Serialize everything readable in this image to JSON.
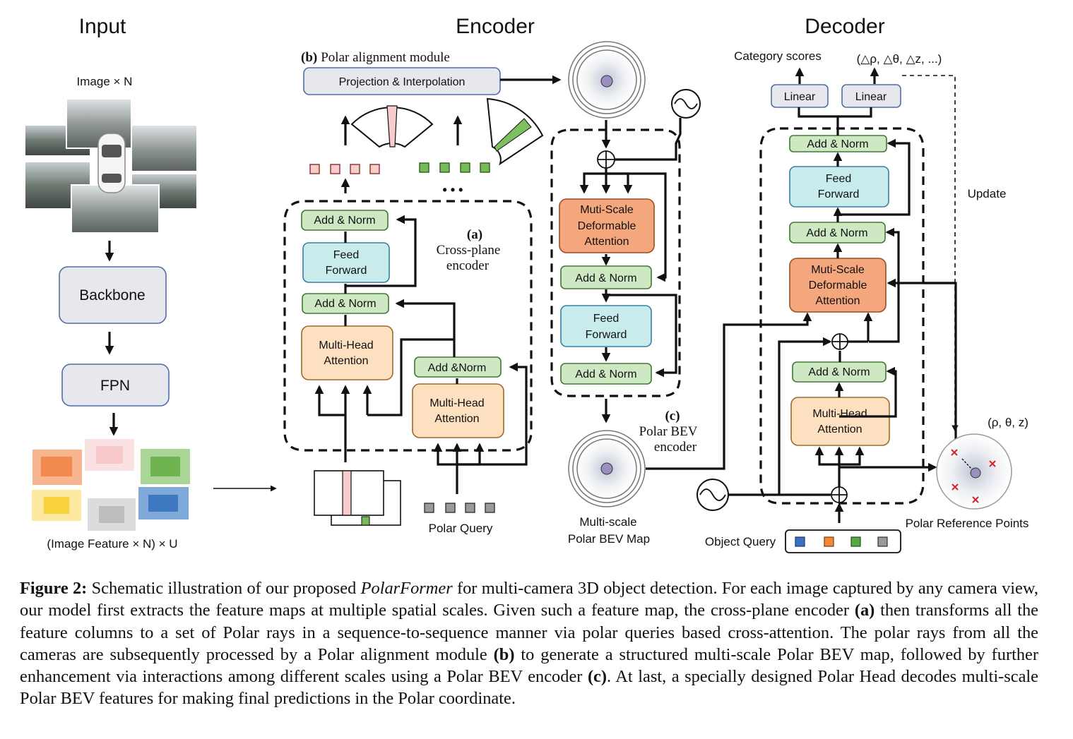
{
  "sections": {
    "input": "Input",
    "encoder": "Encoder",
    "decoder": "Decoder"
  },
  "input": {
    "image_label": "Image   × N",
    "backbone": "Backbone",
    "fpn": "FPN",
    "feature_label": "(Image  Feature × N) × U"
  },
  "encoder": {
    "align_title_b": "(b)",
    "align_title_text": "Polar alignment module",
    "projection": "Projection  & Interpolation",
    "cross_a": "(a)",
    "cross_l1": "Cross-plane",
    "cross_l2": "encoder",
    "add_norm": "Add & Norm",
    "add_norm_q": "Add &Norm",
    "feed_l1": "Feed",
    "feed_l2": "Forward",
    "mha_l1": "Multi-Head",
    "mha_l2": "Attention",
    "polar_query": "Polar Query",
    "ellipsis": "• • •"
  },
  "bev": {
    "msda_l1": "Muti-Scale",
    "msda_l2": "Deformable",
    "msda_l3": "Attention",
    "add_norm": "Add & Norm",
    "feed_l1": "Feed",
    "feed_l2": "Forward",
    "c_label": "(c)",
    "enc_l1": "Polar BEV",
    "enc_l2": "encoder",
    "map_l1": "Multi-scale",
    "map_l2": "Polar BEV Map"
  },
  "decoder": {
    "category": "Category scores",
    "delta": "(△ρ, △θ, △z, ...)",
    "linear": "Linear",
    "add_norm": "Add & Norm",
    "feed_l1": "Feed",
    "feed_l2": "Forward",
    "msda_l1": "Muti-Scale",
    "msda_l2": "Deformable",
    "msda_l3": "Attention",
    "mha_l1": "Multi-Head",
    "mha_l2": "Attention",
    "update": "Update",
    "rho_theta_z": "(ρ, θ, z)",
    "ref_points": "Polar Reference Points",
    "object_query": "Object Query"
  },
  "caption": {
    "fig_label": "Figure 2:",
    "t1": " Schematic illustration of our proposed ",
    "model_name": "PolarFormer",
    "t2": " for multi-camera 3D object detection. For each image captured by any camera view, our model first extracts the feature maps at multiple spatial scales. Given such a feature map, the cross-plane encoder ",
    "ref_a": "(a)",
    "t3": " then transforms all the feature columns to a set of Polar rays in a sequence-to-sequence manner via polar queries based cross-attention. The polar rays from all the cameras are subsequently processed by a Polar alignment module ",
    "ref_b": "(b)",
    "t4": " to generate a structured multi-scale Polar BEV map, followed by further enhancement via interactions among different scales using a Polar BEV encoder ",
    "ref_c": "(c)",
    "t5": ". At last, a specially designed Polar Head decodes multi-scale Polar BEV features for making final predictions in the Polar coordinate."
  },
  "colors": {
    "green_box": "#cfe8c4",
    "cyan_box": "#c8ecec",
    "peach_box": "#fde0bf",
    "orange_box": "#f4a77c",
    "gray_box": "#e6e8ed",
    "pink_token": "#f9cccc",
    "green_token": "#76bb57",
    "gray_token": "#9a9a9a",
    "query_blue": "#3b6fc4",
    "query_orange": "#f08a3a",
    "query_green": "#58a845",
    "query_gray": "#9a9a9a",
    "ref_mark": "#d8232a"
  }
}
